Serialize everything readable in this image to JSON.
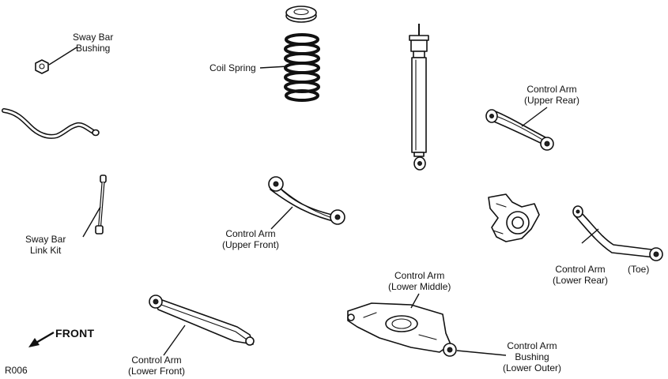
{
  "labels": {
    "sway_bar_bushing": [
      "Sway Bar",
      "Bushing"
    ],
    "coil_spring": [
      "Coil Spring"
    ],
    "control_arm_upper_rear": [
      "Control Arm",
      "(Upper Rear)"
    ],
    "sway_bar_link_kit": [
      "Sway Bar",
      "Link Kit"
    ],
    "control_arm_upper_front": [
      "Control Arm",
      "(Upper Front)"
    ],
    "control_arm_lower_rear": [
      "Control Arm",
      "(Lower Rear)"
    ],
    "toe": [
      "(Toe)"
    ],
    "control_arm_lower_middle": [
      "Control Arm",
      "(Lower Middle)"
    ],
    "control_arm_lower_front": [
      "Control Arm",
      "(Lower Front)"
    ],
    "control_arm_bushing_lower_outer": [
      "Control Arm",
      "Bushing",
      "(Lower Outer)"
    ]
  },
  "direction": "FRONT",
  "figure_code": "R006"
}
